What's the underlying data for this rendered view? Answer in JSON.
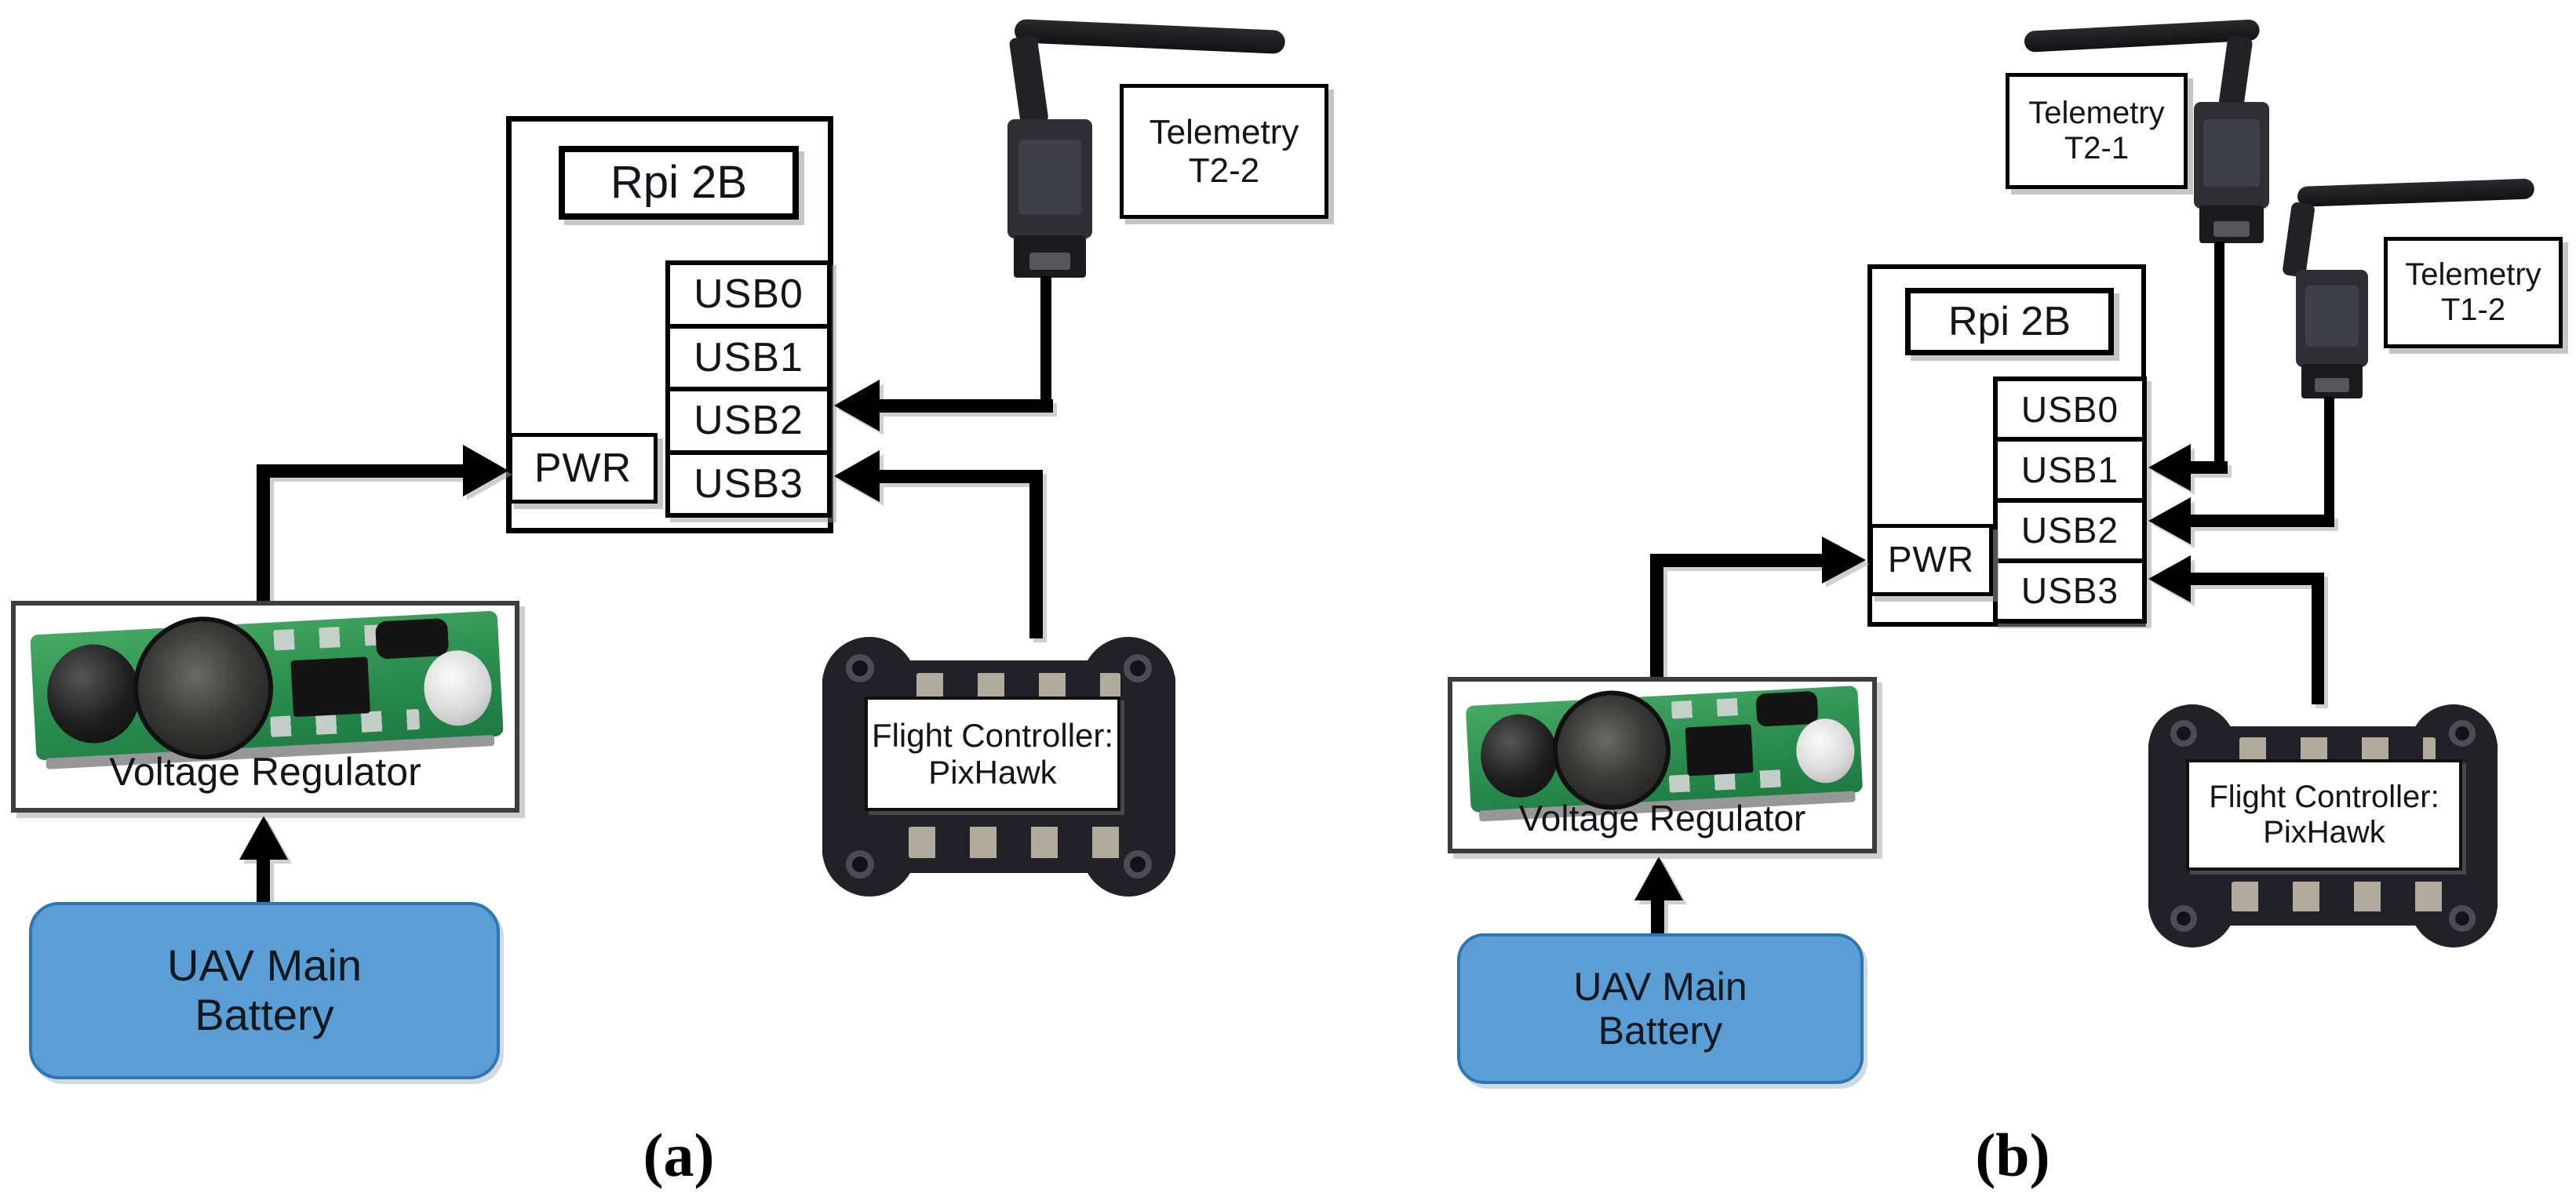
{
  "caption": {
    "a": "(a)",
    "b": "(b)"
  },
  "colors": {
    "battery_fill": "#5B9ED6",
    "battery_border": "#2E75B6",
    "connector_line": "#000000",
    "pcb_green": "#2A8C4E"
  },
  "diagram_a": {
    "rpi": {
      "title": "Rpi 2B",
      "pwr": "PWR",
      "usb": [
        "USB0",
        "USB1",
        "USB2",
        "USB3"
      ]
    },
    "telemetry_t22": {
      "line1": "Telemetry",
      "line2": "T2-2"
    },
    "flight_controller": {
      "line1": "Flight Controller:",
      "line2": "PixHawk"
    },
    "voltage_regulator": "Voltage Regulator",
    "battery": {
      "line1": "UAV Main",
      "line2": "Battery"
    }
  },
  "diagram_b": {
    "rpi": {
      "title": "Rpi 2B",
      "pwr": "PWR",
      "usb": [
        "USB0",
        "USB1",
        "USB2",
        "USB3"
      ]
    },
    "telemetry_t21": {
      "line1": "Telemetry",
      "line2": "T2-1"
    },
    "telemetry_t12": {
      "line1": "Telemetry",
      "line2": "T1-2"
    },
    "flight_controller": {
      "line1": "Flight Controller:",
      "line2": "PixHawk"
    },
    "voltage_regulator": "Voltage Regulator",
    "battery": {
      "line1": "UAV Main",
      "line2": "Battery"
    }
  }
}
